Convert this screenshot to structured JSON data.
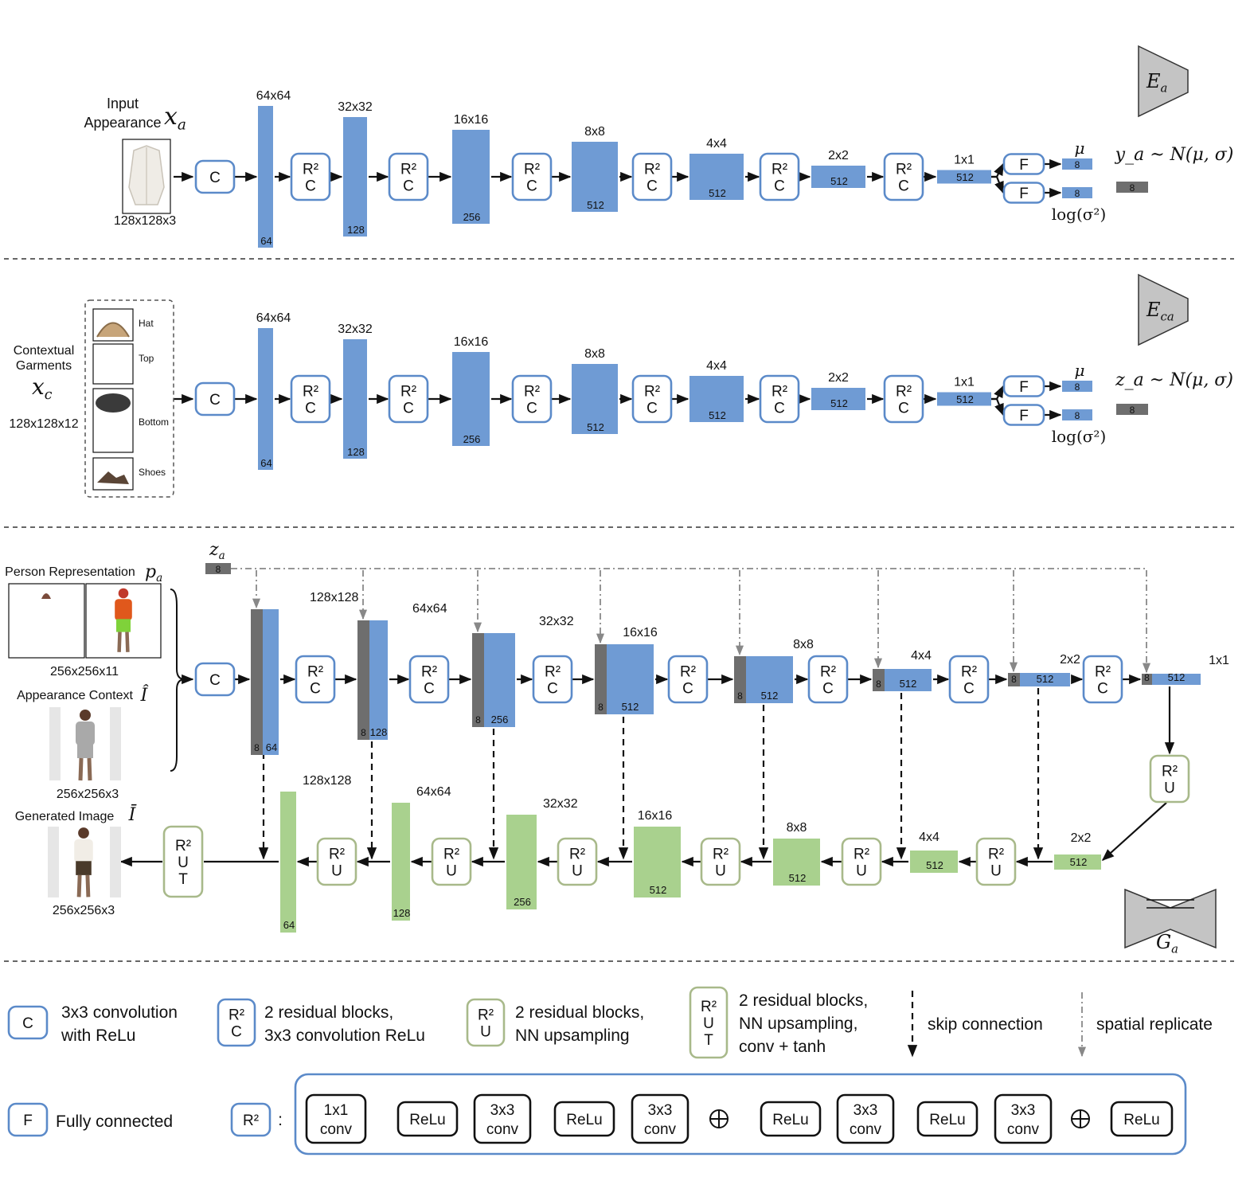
{
  "colors": {
    "blue_box": "#6f9bd4",
    "blue_border": "#5b8ac9",
    "green_box": "#a9d18e",
    "green_border": "#a8b98a",
    "gray_block": "#6e6e6e",
    "gray_light": "#e6e6e6",
    "encoder_fill": "#c4c4c4",
    "arrow": "#111111"
  },
  "icons": [
    "triangle-encoder-icon",
    "hourglass-generator-icon",
    "garment-thumbnail",
    "person-silhouette"
  ],
  "encoder_a": {
    "input_label_line1": "Input",
    "input_label_line2": "Appearance",
    "input_symbol": "x",
    "input_symbol_sub": "a",
    "input_size": "128x128x3",
    "blocks": [
      {
        "size": "64x64",
        "ch": "64"
      },
      {
        "size": "32x32",
        "ch": "128"
      },
      {
        "size": "16x16",
        "ch": "256"
      },
      {
        "size": "8x8",
        "ch": "512"
      },
      {
        "size": "4x4",
        "ch": "512"
      },
      {
        "size": "2x2",
        "ch": "512"
      },
      {
        "size": "1x1",
        "ch": "512"
      }
    ],
    "latent_dim": "8",
    "mu": "μ",
    "logvar": "log(σ²)",
    "dist": "y_a ~ N(μ, σ)",
    "badge": "8",
    "net_symbol": "E",
    "net_sub": "a"
  },
  "encoder_ca": {
    "input_label_line1": "Contextual",
    "input_label_line2": "Garments",
    "input_symbol": "x",
    "input_symbol_sub": "c",
    "input_size": "128x128x12",
    "garments": [
      "Hat",
      "Top",
      "Bottom",
      "Shoes"
    ],
    "blocks": [
      {
        "size": "64x64",
        "ch": "64"
      },
      {
        "size": "32x32",
        "ch": "128"
      },
      {
        "size": "16x16",
        "ch": "256"
      },
      {
        "size": "8x8",
        "ch": "512"
      },
      {
        "size": "4x4",
        "ch": "512"
      },
      {
        "size": "2x2",
        "ch": "512"
      },
      {
        "size": "1x1",
        "ch": "512"
      }
    ],
    "latent_dim": "8",
    "mu": "μ",
    "logvar": "log(σ²)",
    "dist": "z_a ~ N(μ, σ)",
    "badge": "8",
    "net_symbol": "E",
    "net_sub": "ca"
  },
  "generator": {
    "z_symbol": "z",
    "z_sub": "a",
    "z_badge": "8",
    "person_label": "Person Representation",
    "person_symbol": "p",
    "person_sub": "a",
    "person_size": "256x256x11",
    "context_label": "Appearance Context",
    "context_symbol": "Î",
    "context_size": "256x256x3",
    "generated_label": "Generated Image",
    "generated_symbol": "Ī",
    "generated_size": "256x256x3",
    "enc_blocks": [
      {
        "size": "128x128",
        "gray": "8",
        "ch": "64"
      },
      {
        "size": "64x64",
        "gray": "8",
        "ch": "128"
      },
      {
        "size": "32x32",
        "gray": "8",
        "ch": "256"
      },
      {
        "size": "16x16",
        "gray": "8",
        "ch": "512"
      },
      {
        "size": "8x8",
        "gray": "8",
        "ch": "512"
      },
      {
        "size": "4x4",
        "gray": "8",
        "ch": "512"
      },
      {
        "size": "2x2",
        "gray": "8",
        "ch": "512"
      },
      {
        "size": "1x1",
        "gray": "8",
        "ch": "512"
      }
    ],
    "dec_blocks": [
      {
        "size": "128x128",
        "ch": "64"
      },
      {
        "size": "64x64",
        "ch": "128"
      },
      {
        "size": "32x32",
        "ch": "256"
      },
      {
        "size": "16x16",
        "ch": "512"
      },
      {
        "size": "8x8",
        "ch": "512"
      },
      {
        "size": "4x4",
        "ch": "512"
      },
      {
        "size": "2x2",
        "ch": "512"
      }
    ],
    "net_symbol": "G",
    "net_sub": "a"
  },
  "ops": {
    "C": "C",
    "R2": "R²",
    "U": "U",
    "T": "T",
    "F": "F"
  },
  "legend": {
    "c_desc_1": "3x3 convolution",
    "c_desc_2": "with ReLu",
    "r2c_desc_1": "2 residual blocks,",
    "r2c_desc_2": "3x3 convolution ReLu",
    "r2u_desc_1": "2 residual blocks,",
    "r2u_desc_2": "NN upsampling",
    "r2ut_desc_1": "2 residual blocks,",
    "r2ut_desc_2": "NN upsampling,",
    "r2ut_desc_3": "conv + tanh",
    "skip": "skip connection",
    "spatial": "spatial replicate",
    "f_desc": "Fully connected",
    "r2_colon": ":",
    "r2_chain": [
      [
        "1x1",
        "conv"
      ],
      [
        "ReLu"
      ],
      [
        "3x3",
        "conv"
      ],
      [
        "ReLu"
      ],
      [
        "3x3",
        "conv"
      ],
      [
        "ReLu"
      ],
      [
        "3x3",
        "conv"
      ],
      [
        "ReLu"
      ],
      [
        "3x3",
        "conv"
      ],
      [
        "ReLu"
      ]
    ]
  }
}
